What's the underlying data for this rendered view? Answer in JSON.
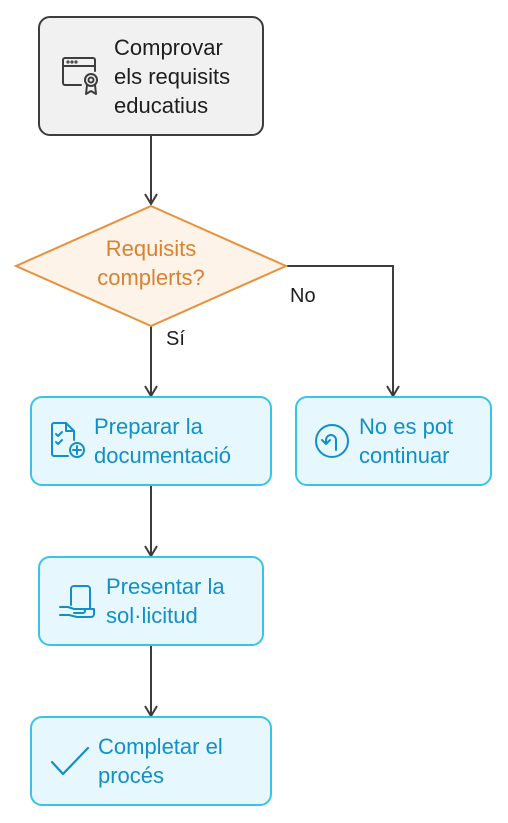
{
  "nodes": {
    "check": {
      "label": "Comprovar els requisits educatius",
      "icon": "certificate-browser-icon"
    },
    "decision": {
      "label": "Requisits complerts?"
    },
    "prepare": {
      "label": "Preparar la documentació",
      "icon": "document-checklist-add-icon"
    },
    "cannot": {
      "label": "No es pot continuar",
      "icon": "u-turn-arrow-icon"
    },
    "present": {
      "label": "Presentar la sol·licitud",
      "icon": "hand-document-icon"
    },
    "complete": {
      "label": "Completar el procés",
      "icon": "checkmark-icon"
    }
  },
  "edges": {
    "yes_label": "Sí",
    "no_label": "No"
  },
  "colors": {
    "gray_fill": "#f1f1f1",
    "dark_stroke": "#3d3d3d",
    "decision_stroke": "#e8913c",
    "decision_fill": "#fef3e8",
    "decision_text": "#d8822f",
    "cyan_fill": "#e6f8fd",
    "cyan_stroke": "#3ac3ea",
    "cyan_text": "#128fc7"
  }
}
